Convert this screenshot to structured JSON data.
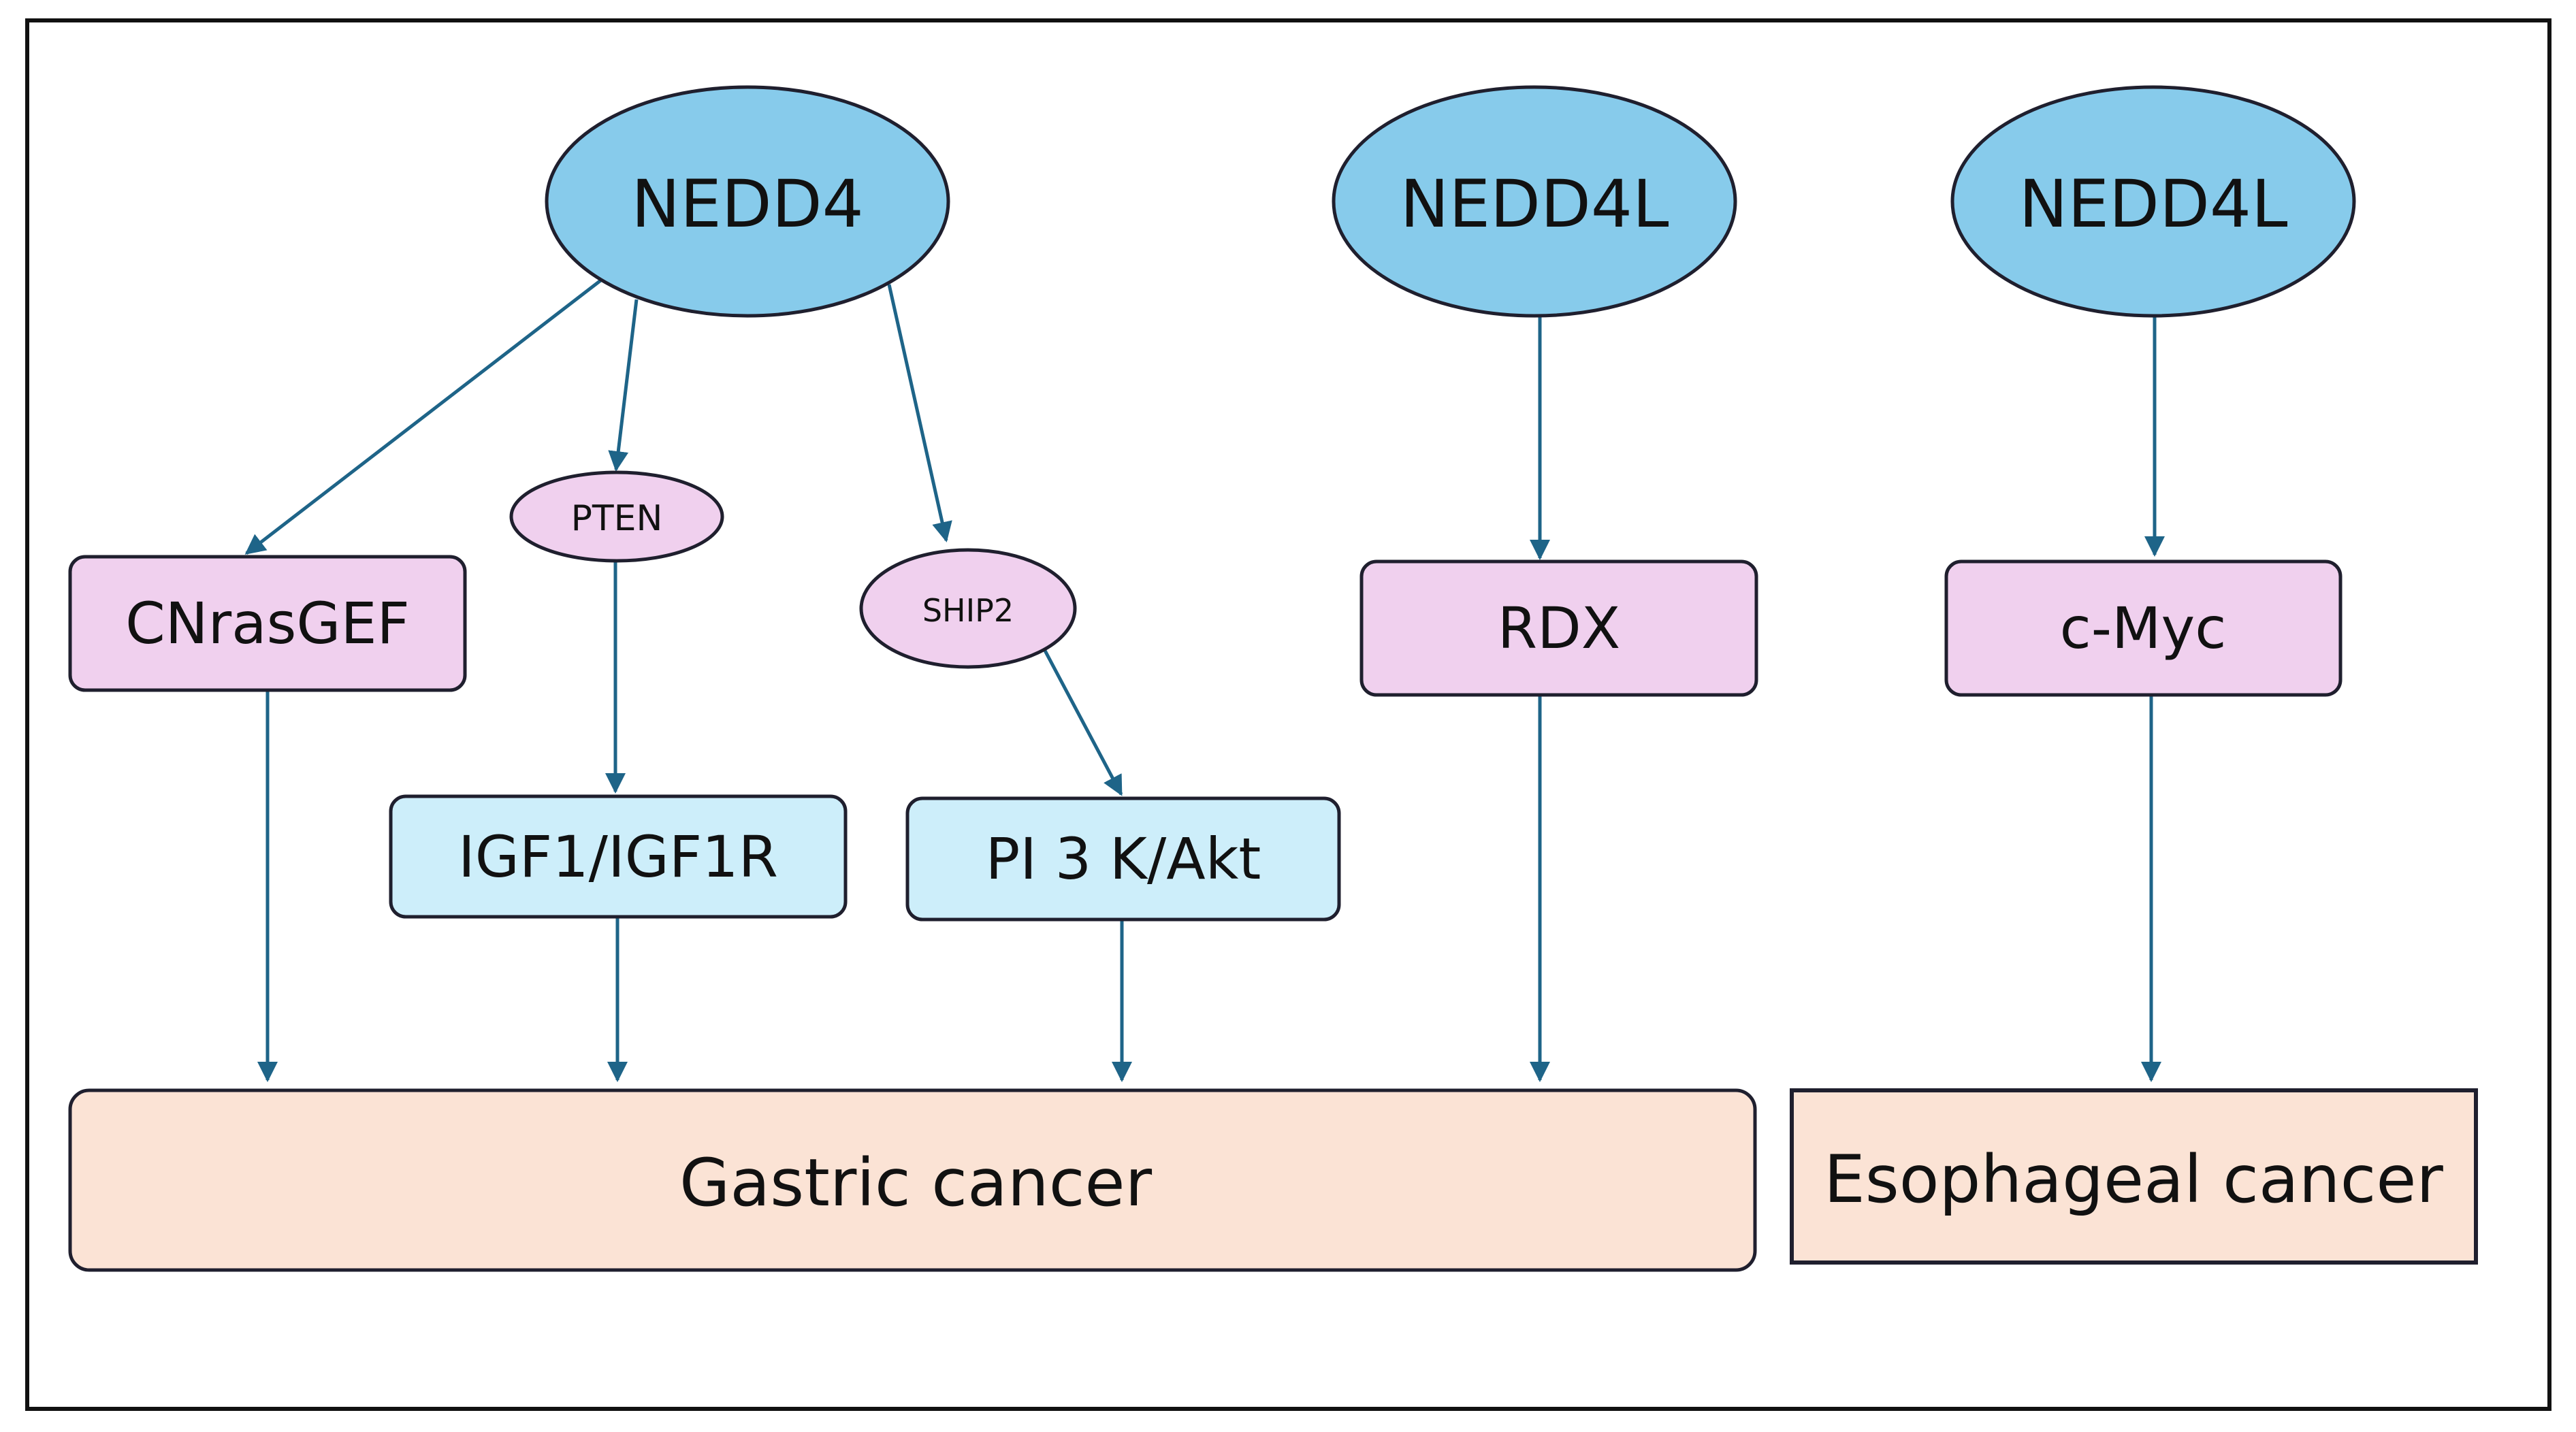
{
  "nodes": {
    "nedd4": "NEDD4",
    "nedd4l_left": "NEDD4L",
    "nedd4l_right": "NEDD4L",
    "pten": "PTEN",
    "ship2": "SHIP2",
    "cnrasgef": "CNrasGEF",
    "rdx": "RDX",
    "cmyc": "c-Myc",
    "igf1": "IGF1/IGF1R",
    "pi3k": "PI 3 K/Akt",
    "gastric": "Gastric cancer",
    "esophageal": "Esophageal cancer"
  },
  "colors": {
    "ellipse_blue": "#87cbeb",
    "box_pink": "#f0d0ee",
    "ellipse_pink": "#f0d0ee",
    "box_light_blue": "#cdeefa",
    "box_peach": "#fbe3d5",
    "outline": "#1f1f2e",
    "arrow": "#1e6488"
  }
}
